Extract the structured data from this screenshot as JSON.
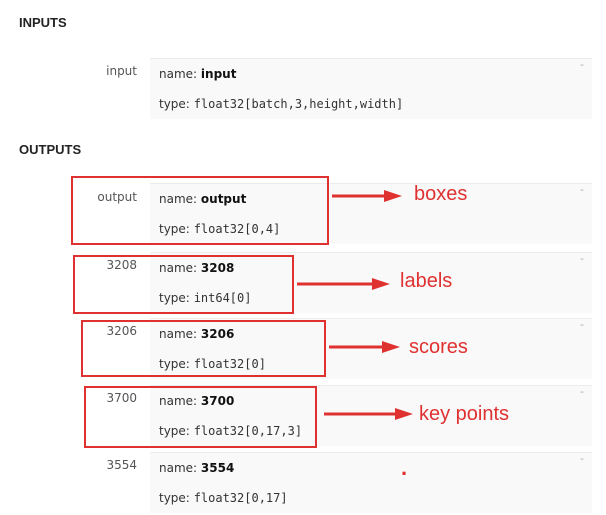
{
  "sections": {
    "inputs_title": "INPUTS",
    "outputs_title": "OUTPUTS"
  },
  "inputs": [
    {
      "label": "input",
      "name_key": "name:",
      "name": "input",
      "type_key": "type:",
      "type": "float32[batch,3,height,width]",
      "menu": "-"
    }
  ],
  "outputs": [
    {
      "label": "output",
      "name_key": "name:",
      "name": "output",
      "type_key": "type:",
      "type": "float32[0,4]",
      "menu": "-",
      "annotation": "boxes"
    },
    {
      "label": "3208",
      "name_key": "name:",
      "name": "3208",
      "type_key": "type:",
      "type": "int64[0]",
      "menu": "-",
      "annotation": "labels"
    },
    {
      "label": "3206",
      "name_key": "name:",
      "name": "3206",
      "type_key": "type:",
      "type": "float32[0]",
      "menu": "-",
      "annotation": "scores"
    },
    {
      "label": "3700",
      "name_key": "name:",
      "name": "3700",
      "type_key": "type:",
      "type": "float32[0,17,3]",
      "menu": "-",
      "annotation": "key points"
    },
    {
      "label": "3554",
      "name_key": "name:",
      "name": "3554",
      "type_key": "type:",
      "type": "float32[0,17]",
      "menu": "-"
    }
  ],
  "stray_mark": ".",
  "colors": {
    "annotation": "#e03131",
    "card_bg": "#f9f9f9"
  }
}
